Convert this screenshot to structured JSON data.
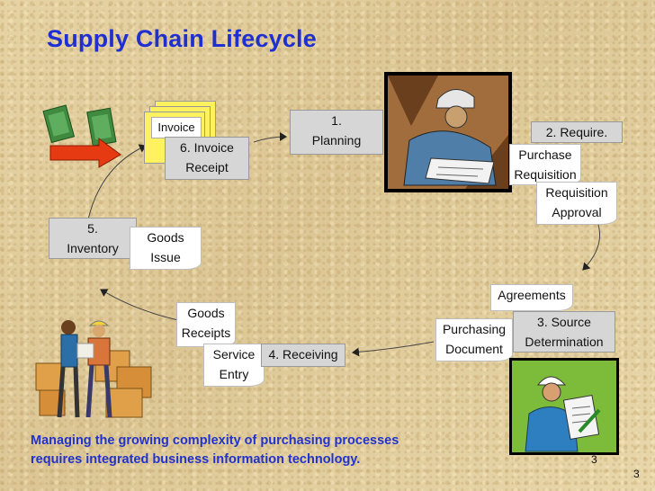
{
  "title": "Supply Chain Lifecycle",
  "boxes": {
    "invoice_doc": "Invoice",
    "invoice_receipt": [
      "6. Invoice",
      "Receipt"
    ],
    "planning": [
      "1.",
      "Planning"
    ],
    "require": "2. Require.",
    "purchase_requisition": [
      "Purchase",
      "Requisition"
    ],
    "requisition_approval": [
      "Requisition",
      "Approval"
    ],
    "inventory": [
      "5.",
      "Inventory"
    ],
    "goods_issue": [
      "Goods",
      "Issue"
    ],
    "agreements": "Agreements",
    "source_determination": [
      "3. Source",
      "Determination"
    ],
    "purchasing_document": [
      "Purchasing",
      "Document"
    ],
    "goods_receipts": [
      "Goods",
      "Receipts"
    ],
    "service_entry": [
      "Service",
      "Entry"
    ],
    "receiving": "4. Receiving"
  },
  "footer": {
    "line1": "Managing the growing complexity of purchasing processes",
    "line2": "requires integrated business information technology."
  },
  "page_numbers": [
    "3",
    "3"
  ],
  "colors": {
    "title": "#1f2fd0",
    "footer": "#2233cc",
    "process_box": "#d6d6d6"
  },
  "icons": [
    "money-flow-icon",
    "invoice-stack-icon",
    "planner-clipart-icon",
    "warehouse-workers-icon",
    "inspector-clipboard-icon"
  ]
}
